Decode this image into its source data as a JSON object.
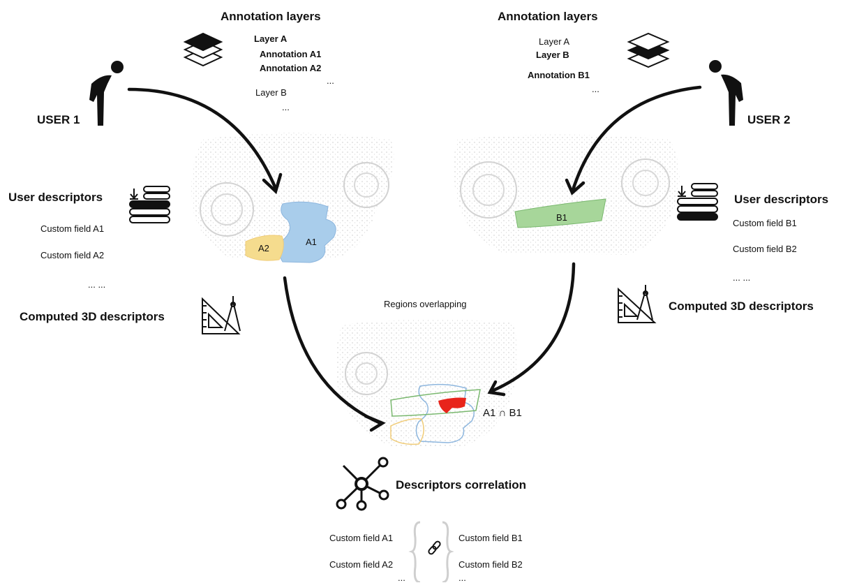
{
  "left": {
    "annotation_layers_title": "Annotation layers",
    "layer_a": "Layer A",
    "annotation_a1": "Annotation A1",
    "annotation_a2": "Annotation A2",
    "ellipsis_1": "...",
    "layer_b": "Layer B",
    "ellipsis_2": "...",
    "user": "USER 1",
    "user_descriptors_title": "User descriptors",
    "custom_field_a1": "Custom field A1",
    "custom_field_a2": "Custom field A2",
    "ellipsis_3": "...  ...",
    "computed_title": "Computed 3D descriptors",
    "region_a1": "A1",
    "region_a2": "A2"
  },
  "right": {
    "annotation_layers_title": "Annotation layers",
    "layer_a": "Layer A",
    "layer_b": "Layer B",
    "annotation_b1": "Annotation B1",
    "ellipsis_1": "...",
    "user": "USER 2",
    "user_descriptors_title": "User descriptors",
    "custom_field_b1": "Custom field B1",
    "custom_field_b2": "Custom field B2",
    "ellipsis_2": "... ...",
    "computed_title": "Computed 3D descriptors",
    "region_b1": "B1"
  },
  "center": {
    "overlap_title": "Regions overlapping",
    "intersection": "A1 ∩ B1",
    "correlation_title": "Descriptors correlation",
    "left_field_1": "Custom field A1",
    "left_field_2": "Custom field A2",
    "left_ellipsis": "...",
    "right_field_1": "Custom field B1",
    "right_field_2": "Custom field B2",
    "right_ellipsis": "...",
    "colors": {
      "region_a1": "#a9cdeb",
      "region_a2": "#f5dc8e",
      "region_b1": "#a7d69a",
      "intersection": "#e8241b",
      "outline_a1": "#8db6de",
      "outline_a2": "#f0cc78",
      "outline_b1": "#7ab86f"
    }
  }
}
